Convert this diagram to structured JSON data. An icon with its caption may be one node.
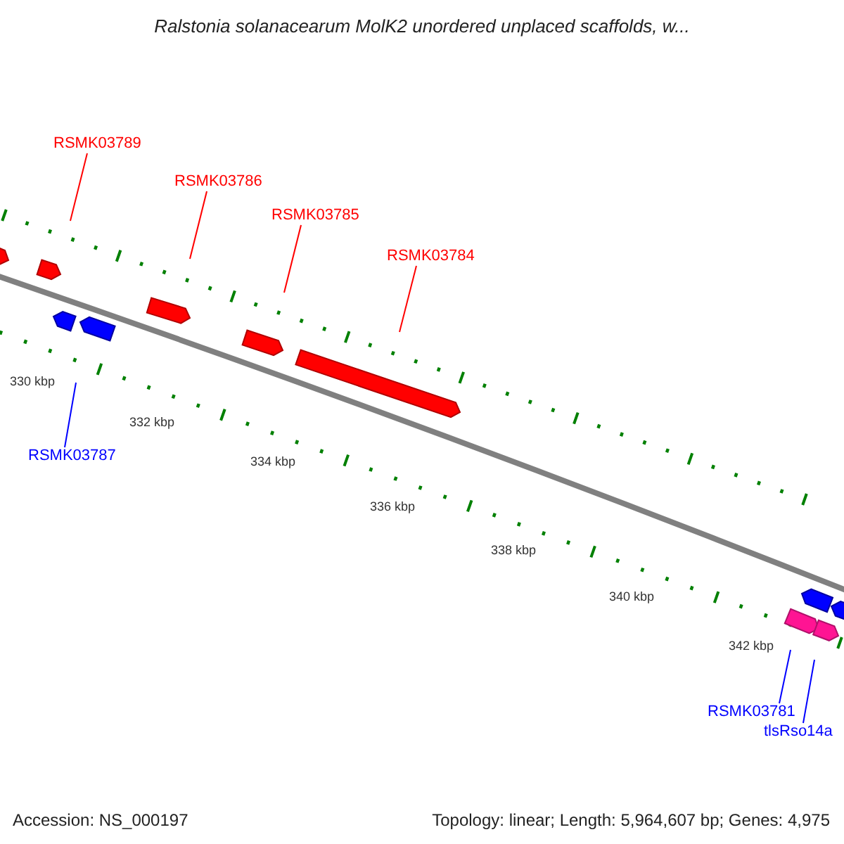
{
  "diagram": {
    "title": "Ralstonia solanacearum MolK2 unordered unplaced scaffolds, w...",
    "nodes": [
      {
        "text": [
          "RSMK03789"
        ]
      },
      {
        "text": [
          "RSMK03786"
        ]
      },
      {
        "text": [
          "RSMK03785"
        ]
      },
      {
        "text": [
          "RSMK03784"
        ]
      },
      {
        "text": [
          "RSMK03787"
        ]
      },
      {
        "text": [
          "RSMK03781"
        ]
      },
      {
        "text": [
          "tlsRso14a"
        ]
      }
    ],
    "edges": [
      {
        "from": 0,
        "to": null,
        "arrow": "none"
      },
      {
        "from": 1,
        "to": null,
        "arrow": "none"
      },
      {
        "from": 2,
        "to": null,
        "arrow": "none"
      },
      {
        "from": 3,
        "to": null,
        "arrow": "none"
      },
      {
        "from": 4,
        "to": null,
        "arrow": "none",
        "color": "#0000ff"
      },
      {
        "from": 5,
        "to": null,
        "arrow": "none",
        "color": "#0000ff"
      },
      {
        "from": 6,
        "to": null,
        "arrow": "none",
        "color": "#0000ff"
      }
    ],
    "labels": [
      "330 kbp",
      "332 kbp",
      "334 kbp",
      "336 kbp",
      "338 kbp",
      "340 kbp",
      "342 kbp",
      "Accession: NS_000197",
      "Topology: linear; Length: 5,964,607 bp; Genes: 4,975"
    ]
  }
}
